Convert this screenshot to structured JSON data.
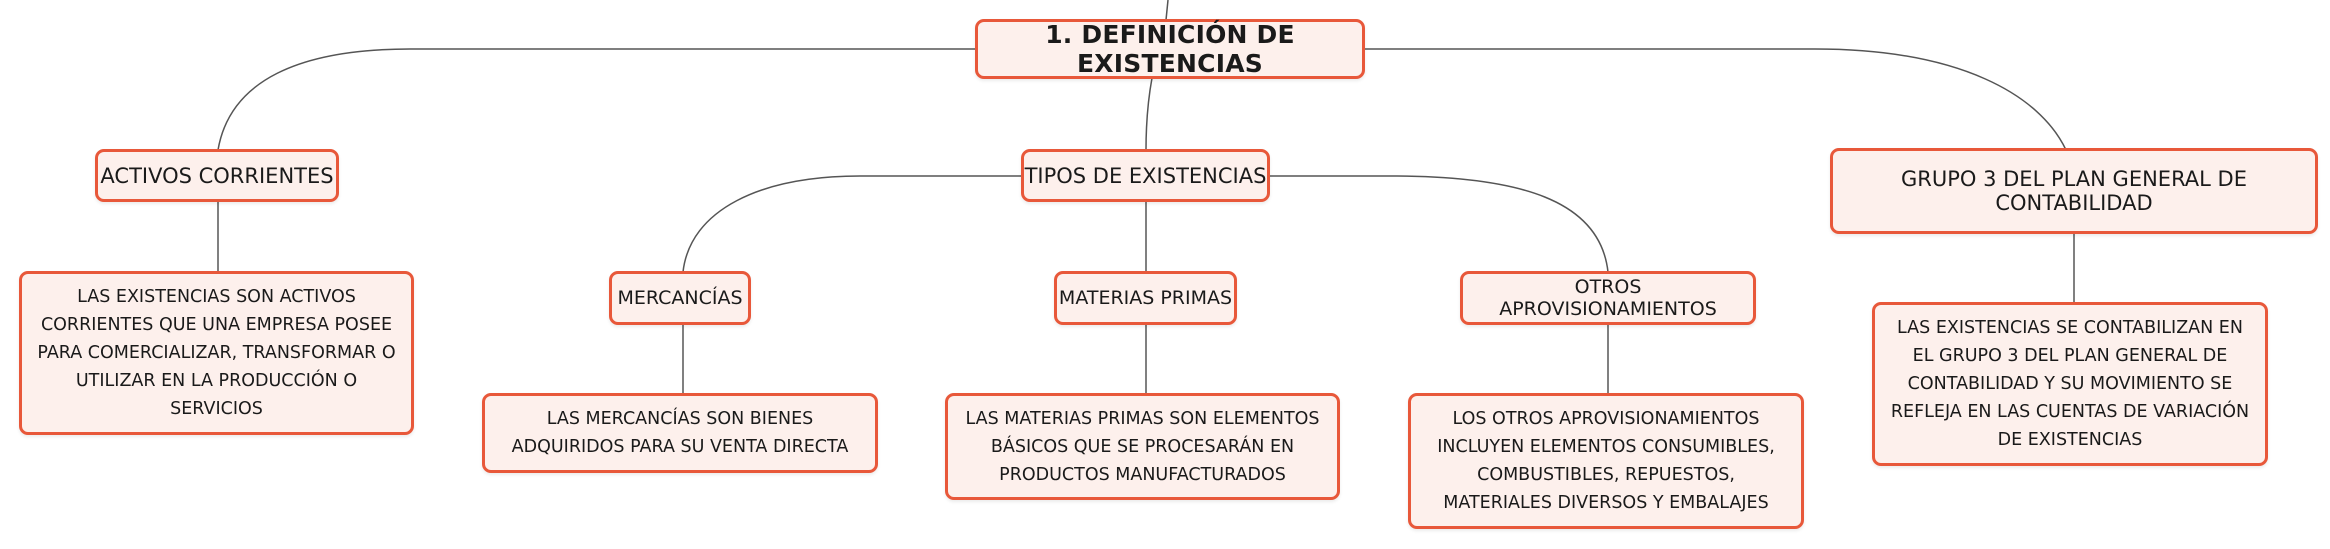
{
  "root": {
    "label": "1. DEFINICIÓN DE EXISTENCIAS"
  },
  "branches": {
    "activos": {
      "label": "ACTIVOS CORRIENTES",
      "description": "LAS EXISTENCIAS SON ACTIVOS CORRIENTES QUE UNA EMPRESA POSEE PARA COMERCIALIZAR, TRANSFORMAR O UTILIZAR EN LA PRODUCCIÓN O SERVICIOS"
    },
    "tipos": {
      "label": "TIPOS DE EXISTENCIAS",
      "children": {
        "mercancias": {
          "label": "MERCANCÍAS",
          "description": "LAS MERCANCÍAS SON BIENES ADQUIRIDOS PARA SU VENTA DIRECTA"
        },
        "materias": {
          "label": "MATERIAS PRIMAS",
          "description": "LAS MATERIAS PRIMAS SON ELEMENTOS BÁSICOS QUE SE PROCESARÁN EN PRODUCTOS MANUFACTURADOS"
        },
        "otros": {
          "label": "OTROS APROVISIONAMIENTOS",
          "description": "LOS OTROS APROVISIONAMIENTOS INCLUYEN ELEMENTOS CONSUMIBLES, COMBUSTIBLES, REPUESTOS, MATERIALES DIVERSOS Y EMBALAJES"
        }
      }
    },
    "grupo3": {
      "label": "GRUPO 3 DEL PLAN GENERAL DE CONTABILIDAD",
      "description": "LAS EXISTENCIAS SE CONTABILIZAN EN EL GRUPO 3 DEL PLAN GENERAL DE CONTABILIDAD Y SU MOVIMIENTO SE REFLEJA EN LAS CUENTAS DE VARIACIÓN DE EXISTENCIAS"
    }
  },
  "colors": {
    "border": "#e8583a",
    "fill": "#fdf0ec",
    "line": "#555555"
  }
}
